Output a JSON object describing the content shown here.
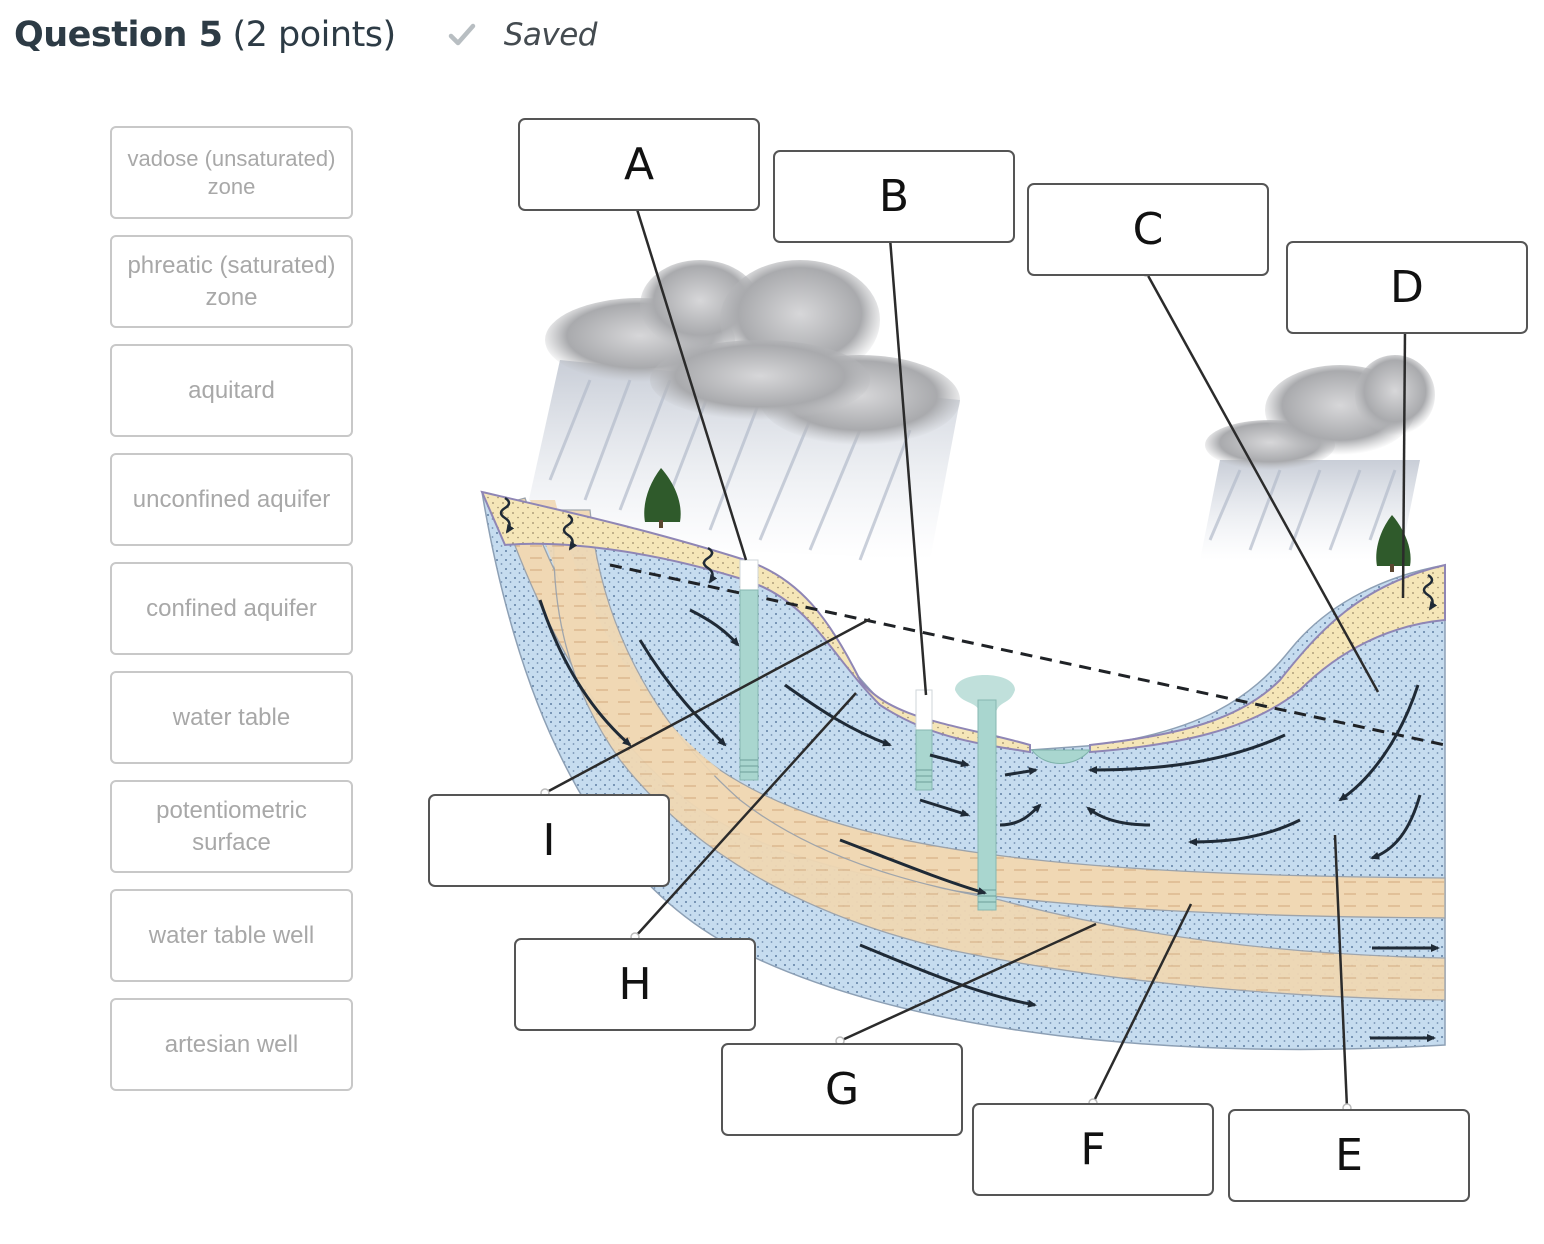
{
  "header": {
    "title": "Question 5",
    "points": "(2 points)",
    "status": "Saved",
    "status_icon": "check-icon"
  },
  "word_bank": [
    {
      "label": "vadose (unsaturated) zone"
    },
    {
      "label": "phreatic (saturated) zone"
    },
    {
      "label": "aquitard"
    },
    {
      "label": "unconfined aquifer"
    },
    {
      "label": "confined aquifer"
    },
    {
      "label": "water table"
    },
    {
      "label": "potentiometric surface"
    },
    {
      "label": "water table well"
    },
    {
      "label": "artesian well"
    }
  ],
  "drop_targets": [
    {
      "letter": "A"
    },
    {
      "letter": "B"
    },
    {
      "letter": "C"
    },
    {
      "letter": "D"
    },
    {
      "letter": "E"
    },
    {
      "letter": "F"
    },
    {
      "letter": "G"
    },
    {
      "letter": "H"
    },
    {
      "letter": "I"
    }
  ],
  "colors": {
    "aquifer_blue": "#c6dcef",
    "aquitard_tan": "#f0d8b4",
    "vadose_sand": "#f5e6b8",
    "well_teal": "#a9d6cf",
    "leader_line": "#2b2b2b",
    "box_border": "#555555",
    "bank_border": "#c8c8c8",
    "bank_text": "#a8a8a8"
  }
}
